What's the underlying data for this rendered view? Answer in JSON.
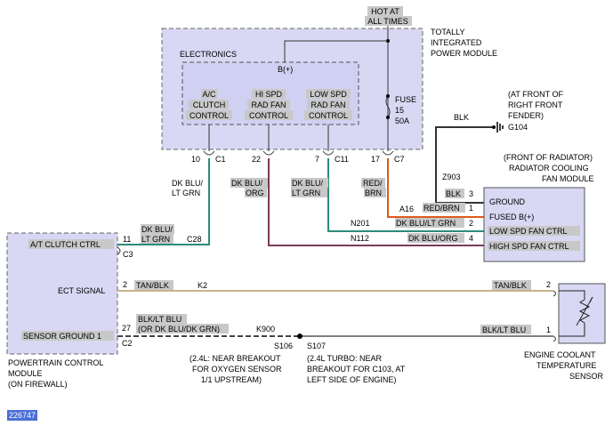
{
  "hot": [
    "HOT AT",
    "ALL TIMES"
  ],
  "tipm": {
    "title": [
      "TOTALLY",
      "INTEGRATED",
      "POWER MODULE"
    ],
    "electronics": "ELECTRONICS",
    "bplus": "B(+)",
    "relays": [
      [
        "A/C",
        "CLUTCH",
        "CONTROL"
      ],
      [
        "HI SPD",
        "RAD FAN",
        "CONTROL"
      ],
      [
        "LOW SPD",
        "RAD FAN",
        "CONTROL"
      ]
    ],
    "fuse": [
      "FUSE",
      "15",
      "50A"
    ]
  },
  "connectors": {
    "c1": {
      "pin": "10",
      "name": "C1"
    },
    "p22": "22",
    "c11": {
      "pin": "7",
      "name": "C11"
    },
    "c7": {
      "pin": "17",
      "name": "C7"
    }
  },
  "wires": {
    "w1": [
      "DK BLU/",
      "LT GRN"
    ],
    "w2": [
      "DK BLU/",
      "ORG"
    ],
    "w3": [
      "DK BLU/",
      "LT GRN"
    ],
    "w4": [
      "RED/",
      "BRN"
    ],
    "w5": [
      "DK BLU/",
      "LT GRN"
    ],
    "a16": "A16",
    "n201": "N201",
    "n112": "N112",
    "c28": "C28",
    "k2": "K2",
    "k900": "K900",
    "z903": "Z903",
    "blk": "BLK",
    "tanblk_left": "TAN/BLK",
    "tanblk_right": "TAN/BLK",
    "blkltblu_left": [
      "BLK/LT BLU",
      "(OR DK BLU/DK GRN)"
    ],
    "blkltblu_right": "BLK/LT BLU"
  },
  "ground": {
    "label": [
      "(AT FRONT OF",
      "RIGHT FRONT",
      "FENDER)"
    ],
    "id": "G104"
  },
  "fan_module": {
    "title": [
      "(FRONT OF RADIATOR)",
      "RADIATOR COOLING",
      "FAN MODULE"
    ],
    "rows": [
      {
        "wire": "BLK",
        "pin": "3",
        "label": "GROUND"
      },
      {
        "wire": "RED/BRN",
        "pin": "1",
        "label": "FUSED B(+)"
      },
      {
        "wire": "DK BLU/LT GRN",
        "pin": "2",
        "label": "LOW SPD FAN CTRL"
      },
      {
        "wire": "DK BLU/ORG",
        "pin": "4",
        "label": "HIGH SPD FAN CTRL"
      }
    ]
  },
  "pcm": {
    "rows": [
      {
        "label": "A/T CLUTCH CTRL",
        "pin": "11"
      },
      {
        "label": "ECT SIGNAL",
        "pin": "2"
      },
      {
        "label": "SENSOR GROUND 1",
        "pin": "27"
      }
    ],
    "c3": "C3",
    "c2": "C2",
    "title": [
      "POWERTRAIN CONTROL",
      "MODULE",
      "(ON FIREWALL)"
    ]
  },
  "sensor": {
    "pins": [
      "2",
      "1"
    ],
    "title": [
      "ENGINE COOLANT",
      "TEMPERATURE",
      "SENSOR"
    ]
  },
  "splices": {
    "s106": "S106",
    "s107": "S107",
    "note1": [
      "(2.4L: NEAR BREAKOUT",
      "FOR OXYGEN SENSOR",
      "1/1 UPSTREAM)"
    ],
    "note2": [
      "(2.4L TURBO: NEAR",
      "BREAKOUT FOR C103, AT",
      "LEFT SIDE OF ENGINE)"
    ]
  },
  "figure_id": "226747",
  "colors": {
    "dkblu_ltgrn": "#2e8b7a",
    "dkblu_org": "#7a3a5a",
    "red_brn": "#e05a1a",
    "tan_blk": "#c8b48c",
    "dkblu_dkgrn": "#444444",
    "blk": "#333333",
    "box_fill": "#d8d8f4",
    "figure_highlight": "#4a6fd8"
  }
}
